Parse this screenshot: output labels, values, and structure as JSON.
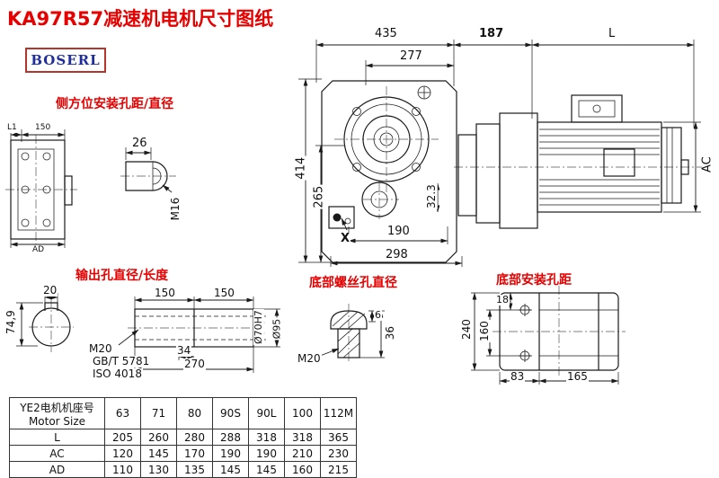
{
  "title": "KA97R57减速机电机尺寸图纸",
  "logo": {
    "text": "BOSERL"
  },
  "section_labels": {
    "side_mount": "侧方位安装孔距/直径",
    "output_hole": "输出孔直径/长度",
    "bottom_screw": "底部螺丝孔直径",
    "bottom_mount": "底部安装孔距"
  },
  "dimensions": {
    "top_overall": "435",
    "flange_width": "187",
    "motor_length": "L",
    "inner_width": "277",
    "total_height": "414",
    "axis_height": "265",
    "angle_offset": "32.3",
    "foot_inner": "190",
    "foot_overall": "298",
    "x_marker": "X",
    "side_shaft_len": "26",
    "side_thread": "M16",
    "side_l1": "L1",
    "side_width": "150",
    "side_ad": "AD",
    "motor_ac": "AC",
    "keyway_width": "20",
    "keyway_height": "74,9",
    "shaft_seg1": "150",
    "shaft_seg2": "150",
    "shaft_thread": "M20",
    "shaft_std1": "GB/T 5781",
    "shaft_std2": "ISO 4018",
    "shaft_step": "34",
    "shaft_total": "270",
    "bore_dia": "Ø70H7",
    "hub_dia": "Ø95",
    "screw_head": "6",
    "screw_len": "36",
    "screw_thread": "M20",
    "mount_height": "240",
    "mount_inner": "160",
    "mount_edge": "18",
    "mount_w1": "83",
    "mount_w2": "165"
  },
  "table": {
    "header_line1": "YE2电机机座号",
    "header_line2": "Motor Size",
    "sizes": [
      "63",
      "71",
      "80",
      "90S",
      "90L",
      "100",
      "112M"
    ],
    "rows": [
      {
        "label": "L",
        "values": [
          "205",
          "260",
          "280",
          "288",
          "318",
          "318",
          "365"
        ]
      },
      {
        "label": "AC",
        "values": [
          "120",
          "145",
          "170",
          "190",
          "190",
          "210",
          "230"
        ]
      },
      {
        "label": "AD",
        "values": [
          "110",
          "130",
          "135",
          "145",
          "145",
          "160",
          "215"
        ]
      }
    ]
  },
  "colors": {
    "accent_red": "#e60000",
    "logo_blue": "#202e9b",
    "logo_border": "#b5342c",
    "line": "#1a1a1a"
  }
}
